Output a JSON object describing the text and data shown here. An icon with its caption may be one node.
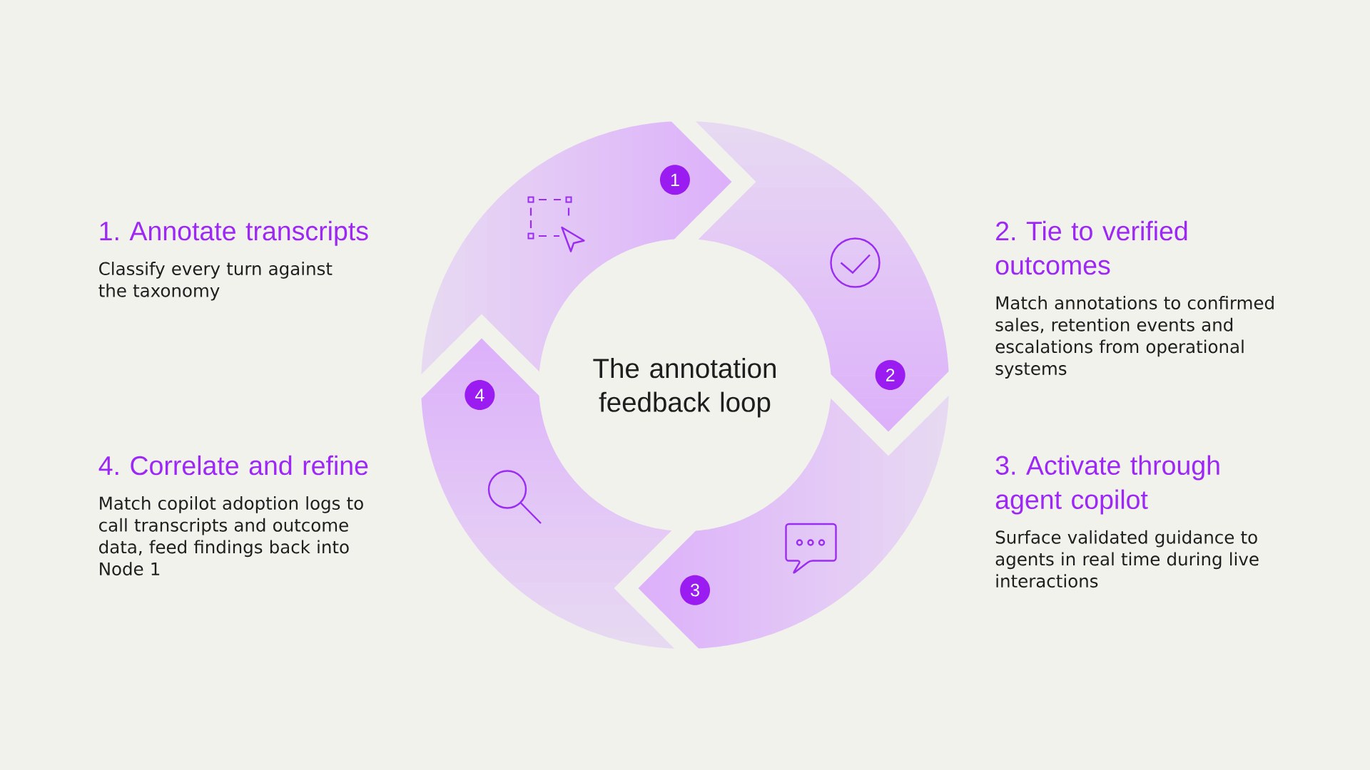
{
  "diagram": {
    "title": "The annotation feedback loop",
    "nodes": [
      {
        "text": [],
        "shape": "arrow",
        "beside": [
          "1. Annotate transcripts",
          "Classify every turn against the taxonomy"
        ]
      },
      {
        "text": [
          "1"
        ],
        "in": 0
      },
      {
        "text": [],
        "shape": "arrow",
        "beside": [
          "2. Tie to verified outcomes",
          "Match annotations to confirmed sales, retention events and escalations from operational systems"
        ]
      },
      {
        "text": [
          "2"
        ],
        "in": 2
      },
      {
        "text": [],
        "shape": "arrow",
        "beside": [
          "3. Activate through agent copilot",
          "Surface validated guidance to agents in real time during live interactions"
        ]
      },
      {
        "text": [
          "3"
        ],
        "in": 4
      },
      {
        "text": [],
        "shape": "arrow",
        "beside": [
          "4. Correlate and refine",
          "Match copilot adoption logs to call transcripts and outcome data, feed findings back into Node 1"
        ]
      },
      {
        "text": [
          "4"
        ],
        "in": 6
      }
    ]
  }
}
